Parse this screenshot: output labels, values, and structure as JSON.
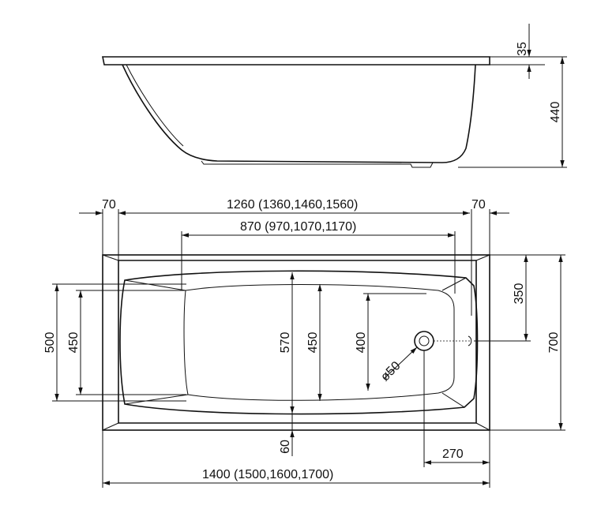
{
  "dimensions": {
    "top_rim": "35",
    "height": "440",
    "end_left": "70",
    "inner_length": "1260 (1360,1460,1560)",
    "end_right": "70",
    "bottom_flat_length": "870 (970,1070,1170)",
    "width_500": "500",
    "width_450_left": "450",
    "inner_570": "570",
    "inner_450_center": "450",
    "drain_400": "400",
    "drain_diameter": "ø50",
    "depth_60": "60",
    "drain_offset": "270",
    "overall_length": "1400 (1500,1600,1700)",
    "overflow_350": "350",
    "overall_width": "700"
  }
}
